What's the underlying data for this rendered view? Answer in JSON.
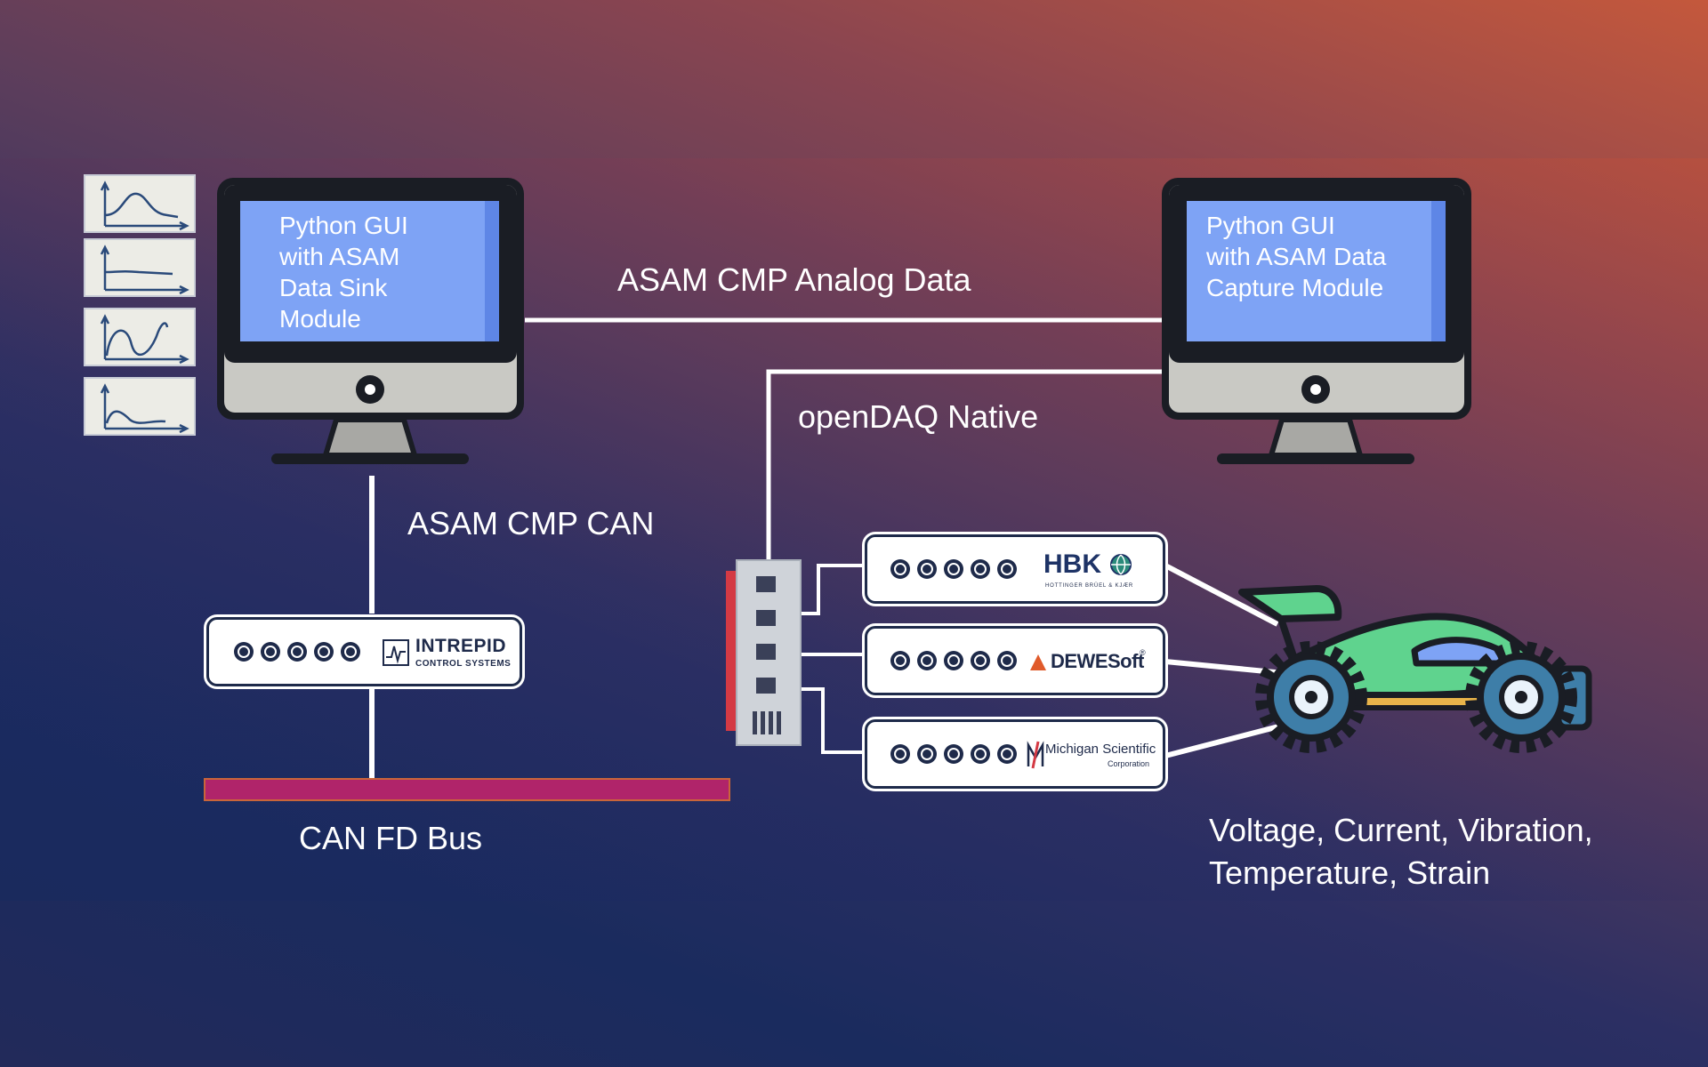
{
  "left_monitor": {
    "screen_text": "Python GUI\nwith ASAM\nData Sink\nModule"
  },
  "right_monitor": {
    "screen_text": "Python GUI\nwith ASAM Data\nCapture Module"
  },
  "links": {
    "analog": "ASAM CMP Analog Data",
    "native": "openDAQ Native",
    "can": "ASAM CMP CAN"
  },
  "intrepid": {
    "brand": "INTREPID",
    "sub": "CONTROL SYSTEMS"
  },
  "hbk": {
    "brand": "HBK",
    "sub": "HOTTINGER BRÜEL & KJÆR"
  },
  "dewesoft": {
    "brand": "DEWESoft",
    "mark": "®"
  },
  "michigan": {
    "brand": "Michigan Scientific",
    "sub": "Corporation"
  },
  "bus_label": "CAN FD Bus",
  "measurements": "Voltage, Current, Vibration,\nTemperature, Strain",
  "colors": {
    "screen": "#7ea3f5",
    "bus": "#b0246a",
    "device_outline": "#1e2a4a",
    "car_body": "#5fd38e",
    "switch_accent": "#d43a44"
  }
}
